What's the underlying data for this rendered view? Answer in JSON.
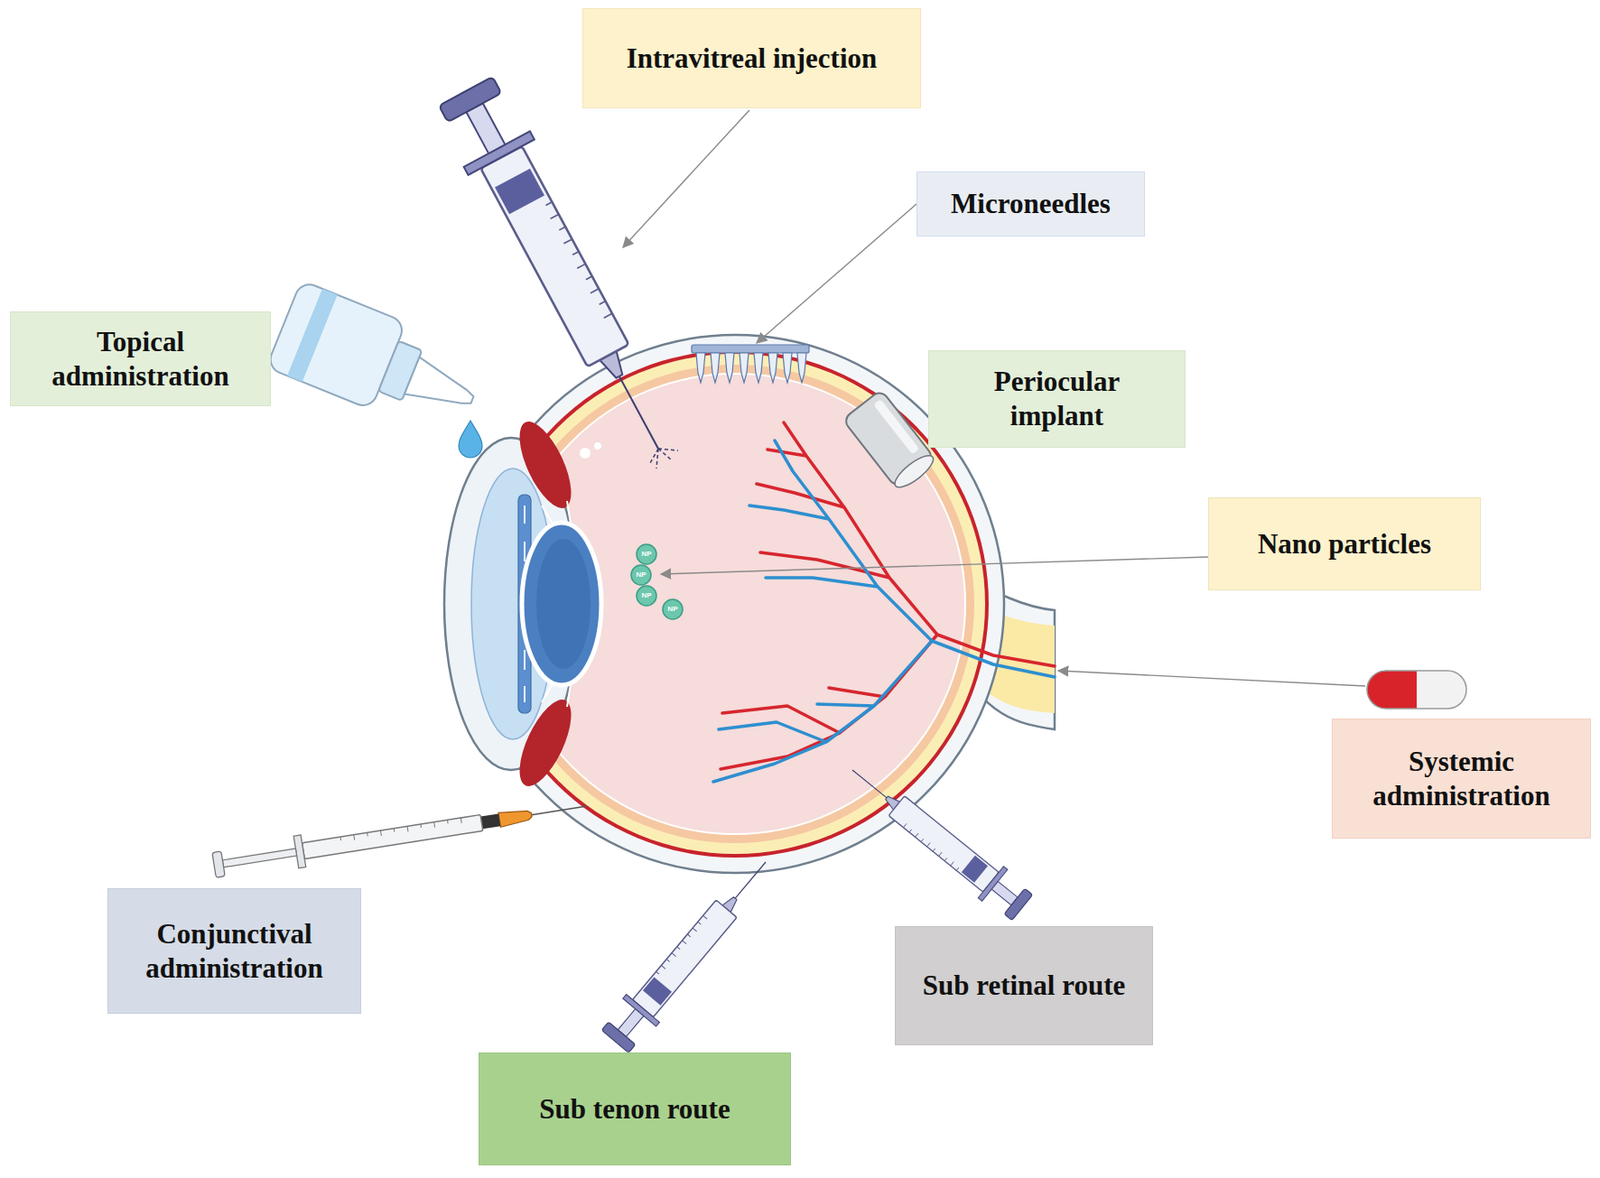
{
  "diagram": {
    "nodes": [
      {
        "text": [
          "Intravitreal injection"
        ]
      },
      {
        "text": [
          "Microneedles"
        ]
      },
      {
        "text": [
          "Topical administration"
        ]
      },
      {
        "text": [
          "Periocular implant"
        ]
      },
      {
        "text": [
          "Nano particles"
        ]
      },
      {
        "text": [
          "Systemic administration"
        ]
      },
      {
        "text": [
          "Conjunctival administration"
        ]
      },
      {
        "text": [
          "Sub retinal route"
        ]
      },
      {
        "text": [
          "Sub tenon route"
        ]
      }
    ],
    "labels": [
      "NP",
      "NP",
      "NP",
      "NP"
    ]
  }
}
